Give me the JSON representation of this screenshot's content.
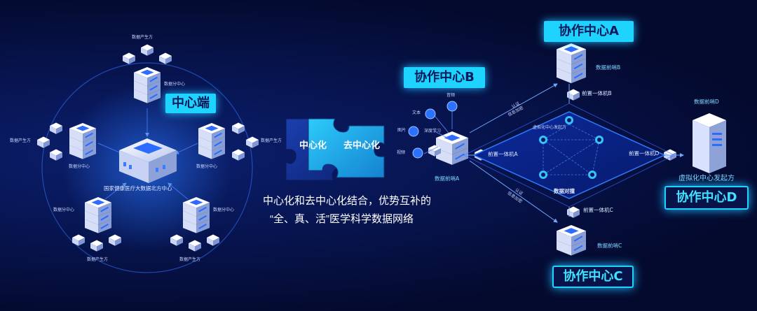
{
  "central": {
    "badge": "中心端",
    "core_label": "国家健康医疗大数据北方中心",
    "subcenter_label": "数据分中心",
    "producer_label": "数据产生方"
  },
  "puzzle": {
    "left": "中心化",
    "right": "去中心化"
  },
  "slogan": {
    "line1": "中心化和去中心化结合，优势互补的",
    "line2": "“全、真、活”医学科学数据网络"
  },
  "collab": {
    "a": {
      "title": "协作中心A",
      "sentinel": "数据前哨B",
      "device": "前置一体机B"
    },
    "b": {
      "title": "协作中心B",
      "sentinel": "数据前哨A",
      "device": "前置一体机A"
    },
    "c": {
      "title": "协作中心C",
      "sentinel": "数据前哨C",
      "device": "前置一体机C"
    },
    "d": {
      "title": "协作中心D",
      "sentinel": "数据前哨D",
      "device": "前置一体机D",
      "initiator": "虚拟化中心发起方"
    }
  },
  "data_types": {
    "text": "文本",
    "audio": "音频",
    "image": "图片",
    "video": "视频",
    "deep_learning": "深度学习"
  },
  "links": {
    "auth": "认证",
    "encrypted": "信息加密"
  },
  "network": {
    "center_label": "数据对撞",
    "top_label": "虚拟化中心发起方"
  },
  "colors": {
    "accent": "#1fd3ff",
    "background": "#040a2e",
    "panel": "#08134a"
  }
}
